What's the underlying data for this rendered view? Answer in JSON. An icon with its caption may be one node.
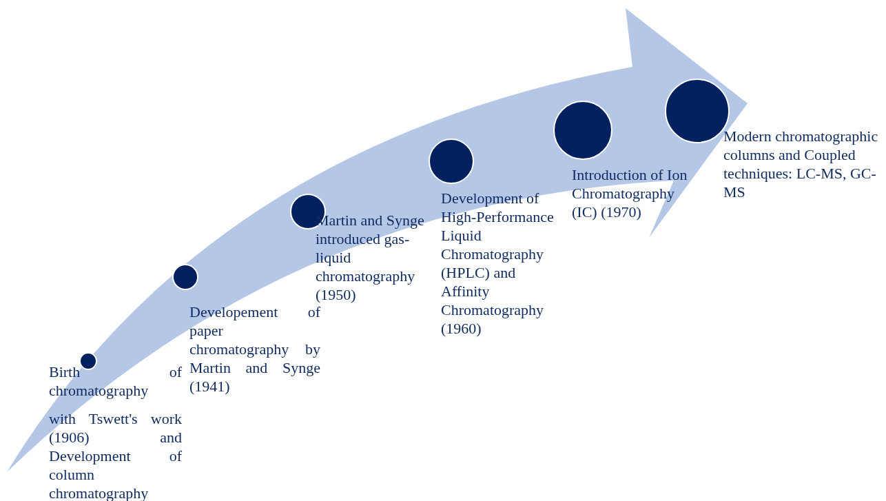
{
  "diagram": {
    "nodes": [
      {
        "text": [],
        "shape": "circle",
        "beside": [
          "Birth of chromatography",
          "with Tswett's work (1906) and Development of column chromatography"
        ]
      },
      {
        "text": [],
        "shape": "circle",
        "beside": [
          "Developement of paper chromatography by Martin and Synge (1941)"
        ]
      },
      {
        "text": [],
        "shape": "circle",
        "beside": [
          "Martin and Synge introduced gas-liquid chromatography (1950)"
        ]
      },
      {
        "text": [],
        "shape": "circle",
        "beside": [
          "Development of High-Performance Liquid Chromatography (HPLC) and Affinity Chromatography (1960)"
        ]
      },
      {
        "text": [],
        "shape": "circle",
        "beside": [
          "Introduction of Ion Chromatography (IC) (1970)"
        ]
      },
      {
        "text": [],
        "shape": "circle",
        "beside": [
          "Modern chromatographic columns and Coupled techniques: LC-MS, GC-MS"
        ]
      }
    ]
  }
}
